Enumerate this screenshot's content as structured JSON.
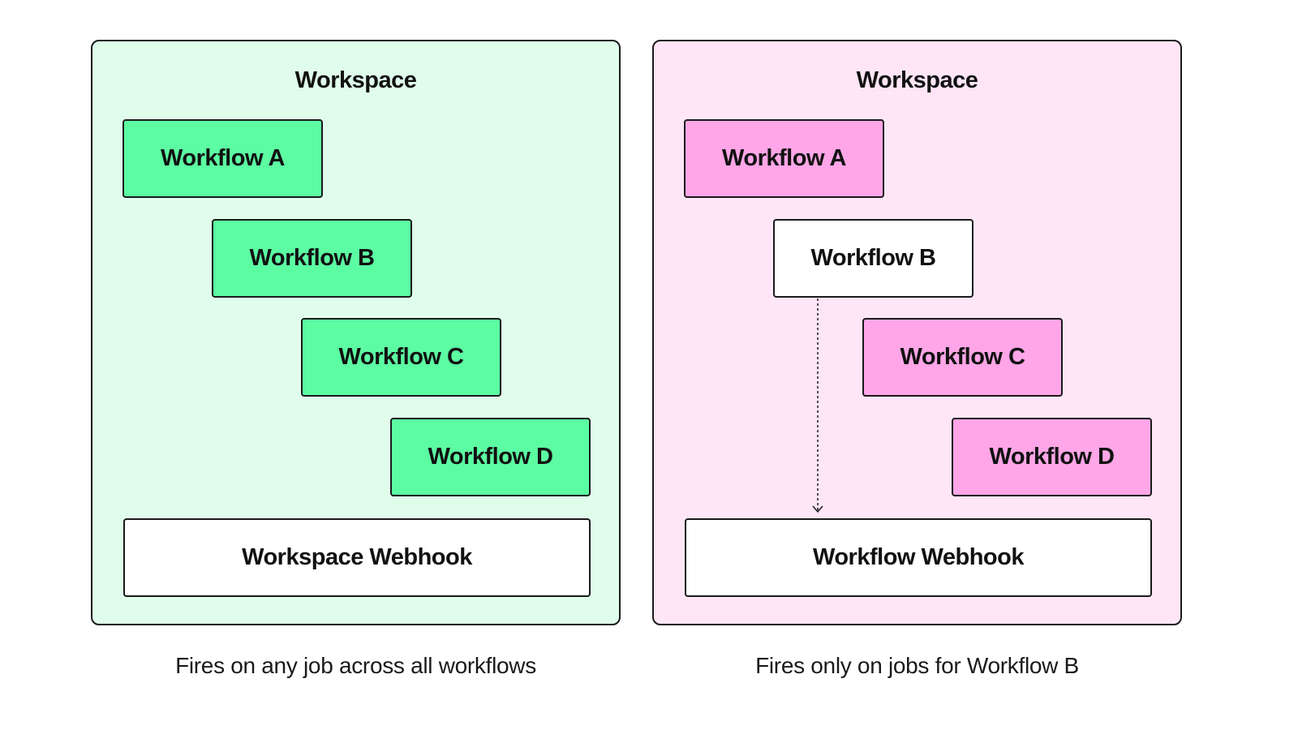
{
  "colors": {
    "green_panel_bg": "#e0fdec",
    "green_box": "#5cfca3",
    "pink_panel_bg": "#fee6f7",
    "pink_box": "#fea6e7",
    "border": "#1a1a1a"
  },
  "left_panel": {
    "title": "Workspace",
    "workflows": [
      "Workflow A",
      "Workflow B",
      "Workflow C",
      "Workflow D"
    ],
    "webhook": "Workspace Webhook",
    "caption": "Fires on any job across all workflows"
  },
  "right_panel": {
    "title": "Workspace",
    "workflows": [
      "Workflow A",
      "Workflow B",
      "Workflow C",
      "Workflow D"
    ],
    "webhook": "Workflow Webhook",
    "caption": "Fires only on jobs for Workflow B"
  }
}
